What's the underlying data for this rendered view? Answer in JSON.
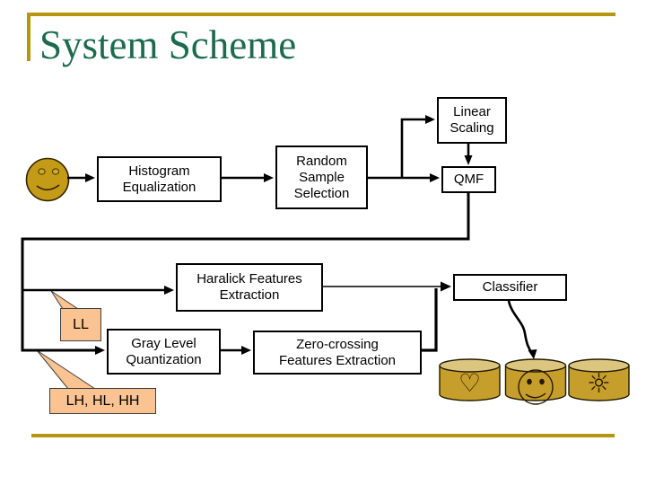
{
  "slide": {
    "title": "System Scheme"
  },
  "colors": {
    "accent_gold": "#B7960F",
    "title_green": "#1B6B4C",
    "callout_fill": "#FAC391",
    "cylinder_body": "#C69E2B",
    "cylinder_top": "#DCC57E",
    "smiley_fill": "#C49B16",
    "connector": "#000000"
  },
  "nodes": {
    "histogram_equalization": [
      "Histogram",
      "Equalization"
    ],
    "random_sample_selection": [
      "Random",
      "Sample",
      "Selection"
    ],
    "linear_scaling": [
      "Linear",
      "Scaling"
    ],
    "qmf": "QMF",
    "haralick_features_extraction": [
      "Haralick Features",
      "Extraction"
    ],
    "classifier": "Classifier",
    "gray_level_quantization": [
      "Gray Level",
      "Quantization"
    ],
    "zero_crossing_features_extraction": [
      "Zero-crossing",
      "Features Extraction"
    ]
  },
  "callouts": {
    "ll": "LL",
    "lh_hl_hh": "LH, HL, HH"
  },
  "icons": {
    "input_image": "smiley-face",
    "database_left": "heart",
    "database_left_glyph": "♡",
    "database_middle": "smiley-face",
    "database_right": "sun",
    "database_right_glyph": "☼"
  }
}
